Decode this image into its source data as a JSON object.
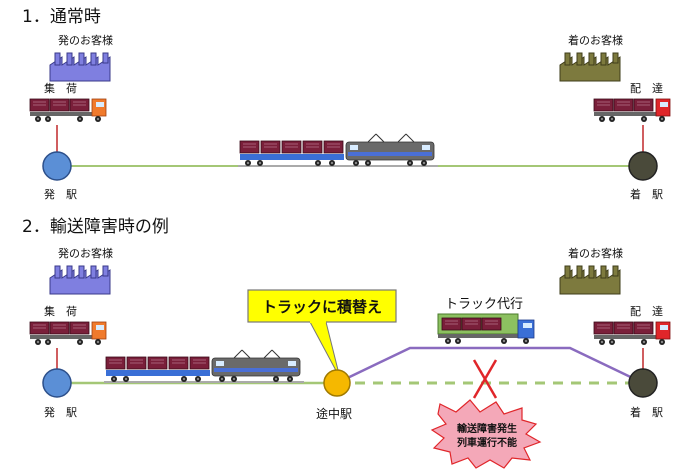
{
  "section1": {
    "title": "1．通常時",
    "origin_customer": "発のお客様",
    "dest_customer": "着のお客様",
    "pickup": "集　荷",
    "delivery": "配　達",
    "origin_station": "発　駅",
    "dest_station": "着　駅"
  },
  "section2": {
    "title": "2．輸送障害時の例",
    "origin_customer": "発のお客様",
    "dest_customer": "着のお客様",
    "pickup": "集　荷",
    "delivery": "配　達",
    "origin_station": "発　駅",
    "dest_station": "着　駅",
    "mid_station": "途中駅",
    "callout": "トラックに積替え",
    "truck_substitute": "トラック代行",
    "disruption_line1": "輸送障害発生",
    "disruption_line2": "列車運行不能"
  },
  "colors": {
    "factory_origin": "#7f7fe0",
    "factory_dest": "#7d7a3e",
    "container": "#7a1f3a",
    "truck_cab": "#f07a2c",
    "truck_cab_dest": "#e0262a",
    "station_origin": "#5b8fd6",
    "station_dest": "#4a4a3a",
    "mid_station": "#f5b800",
    "track": "#a4c776",
    "truck_route": "#8a6bbf",
    "callout": "#ffff00",
    "cross": "#e0262a",
    "locomotive": "#4a6fd6"
  }
}
